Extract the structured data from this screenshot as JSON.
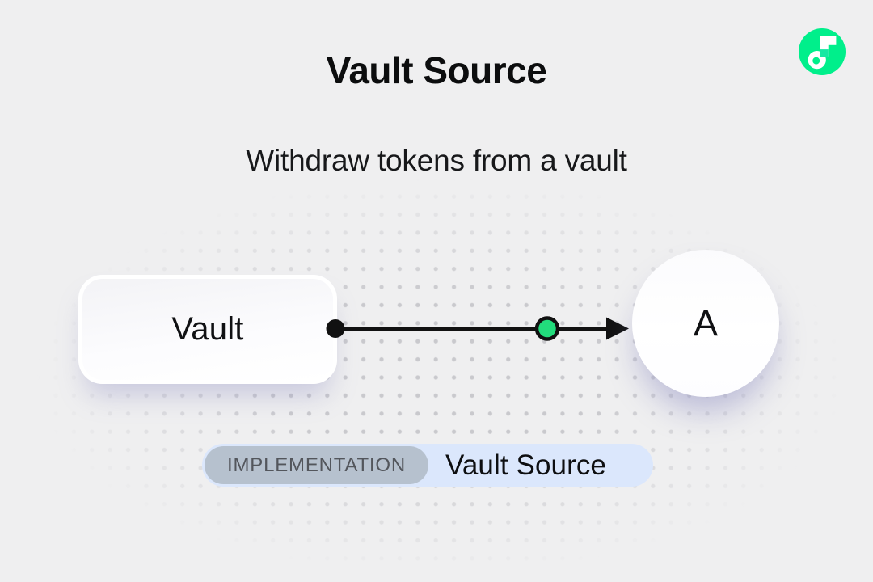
{
  "header": {
    "title": "Vault Source",
    "subtitle": "Withdraw tokens from a vault"
  },
  "logo": {
    "name": "Flow",
    "icon": "flow-logo",
    "bg_color": "#00EF8B",
    "square_color": "#17E8A2"
  },
  "diagram": {
    "vault_node_label": "Vault",
    "account_node_label": "A",
    "connector_color": "#111111",
    "token_color": "#22DC7C"
  },
  "caption": {
    "tag": "IMPLEMENTATION",
    "title": "Vault Source",
    "bg_color": "#DBE7FC",
    "tag_bg_color": "#B6C1CE",
    "tag_text_color": "#53565C"
  },
  "background": {
    "base_color": "#EFEFF0",
    "dot_color": "#C9C9CD"
  }
}
